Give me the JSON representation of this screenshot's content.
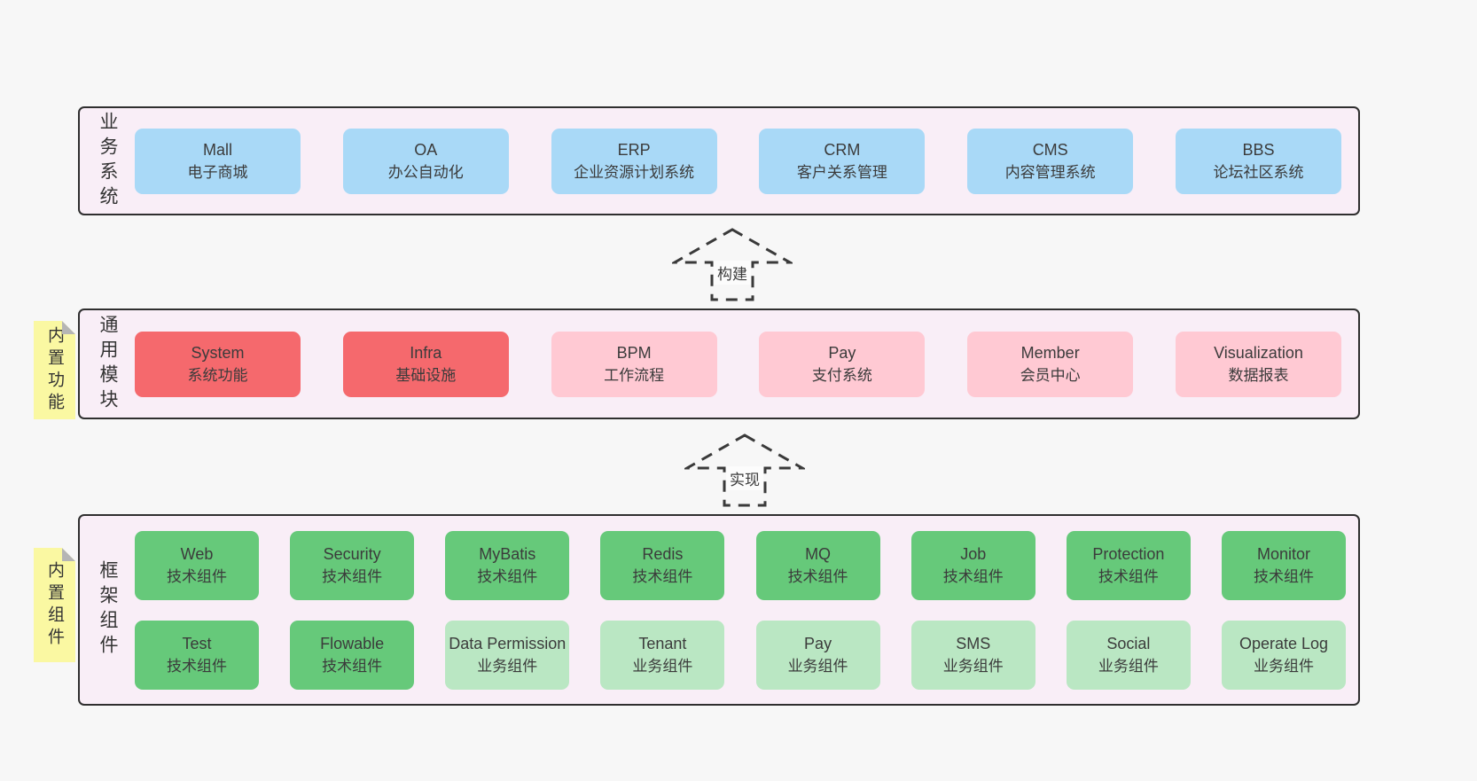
{
  "colors": {
    "page_bg": "#f7f7f7",
    "band_bg": "#f9eef7",
    "band_border": "#2f2f2f",
    "blue": "#a9d9f7",
    "red": "#f5696d",
    "pink": "#ffc9d3",
    "green": "#66c97a",
    "light_green": "#bae7c3",
    "sticky_yellow": "#faf8a2",
    "sticky_fold": "#b5b5b5",
    "text": "#3b3b3b"
  },
  "arrows": [
    {
      "label": "构建"
    },
    {
      "label": "实现"
    }
  ],
  "bands": [
    {
      "name": "business-systems",
      "label": "业务系统",
      "sticky": null,
      "layout": "row6",
      "boxes": [
        {
          "title": "Mall",
          "subtitle": "电子商城",
          "variant": "blue"
        },
        {
          "title": "OA",
          "subtitle": "办公自动化",
          "variant": "blue"
        },
        {
          "title": "ERP",
          "subtitle": "企业资源计划系统",
          "variant": "blue"
        },
        {
          "title": "CRM",
          "subtitle": "客户关系管理",
          "variant": "blue"
        },
        {
          "title": "CMS",
          "subtitle": "内容管理系统",
          "variant": "blue"
        },
        {
          "title": "BBS",
          "subtitle": "论坛社区系统",
          "variant": "blue"
        }
      ]
    },
    {
      "name": "common-modules",
      "label": "通用模块",
      "sticky": "内置功能",
      "layout": "row6",
      "boxes": [
        {
          "title": "System",
          "subtitle": "系统功能",
          "variant": "red"
        },
        {
          "title": "Infra",
          "subtitle": "基础设施",
          "variant": "red"
        },
        {
          "title": "BPM",
          "subtitle": "工作流程",
          "variant": "pink"
        },
        {
          "title": "Pay",
          "subtitle": "支付系统",
          "variant": "pink"
        },
        {
          "title": "Member",
          "subtitle": "会员中心",
          "variant": "pink"
        },
        {
          "title": "Visualization",
          "subtitle": "数据报表",
          "variant": "pink"
        }
      ]
    },
    {
      "name": "framework-components",
      "label": "框架组件",
      "sticky": "内置组件",
      "layout": "grid8",
      "boxes": [
        {
          "title": "Web",
          "subtitle": "技术组件",
          "variant": "green"
        },
        {
          "title": "Security",
          "subtitle": "技术组件",
          "variant": "green"
        },
        {
          "title": "MyBatis",
          "subtitle": "技术组件",
          "variant": "green"
        },
        {
          "title": "Redis",
          "subtitle": "技术组件",
          "variant": "green"
        },
        {
          "title": "MQ",
          "subtitle": "技术组件",
          "variant": "green"
        },
        {
          "title": "Job",
          "subtitle": "技术组件",
          "variant": "green"
        },
        {
          "title": "Protection",
          "subtitle": "技术组件",
          "variant": "green"
        },
        {
          "title": "Monitor",
          "subtitle": "技术组件",
          "variant": "green"
        },
        {
          "title": "Test",
          "subtitle": "技术组件",
          "variant": "green"
        },
        {
          "title": "Flowable",
          "subtitle": "技术组件",
          "variant": "green"
        },
        {
          "title": "Data Permission",
          "subtitle": "业务组件",
          "variant": "light_green"
        },
        {
          "title": "Tenant",
          "subtitle": "业务组件",
          "variant": "light_green"
        },
        {
          "title": "Pay",
          "subtitle": "业务组件",
          "variant": "light_green"
        },
        {
          "title": "SMS",
          "subtitle": "业务组件",
          "variant": "light_green"
        },
        {
          "title": "Social",
          "subtitle": "业务组件",
          "variant": "light_green"
        },
        {
          "title": "Operate Log",
          "subtitle": "业务组件",
          "variant": "light_green"
        }
      ]
    }
  ]
}
